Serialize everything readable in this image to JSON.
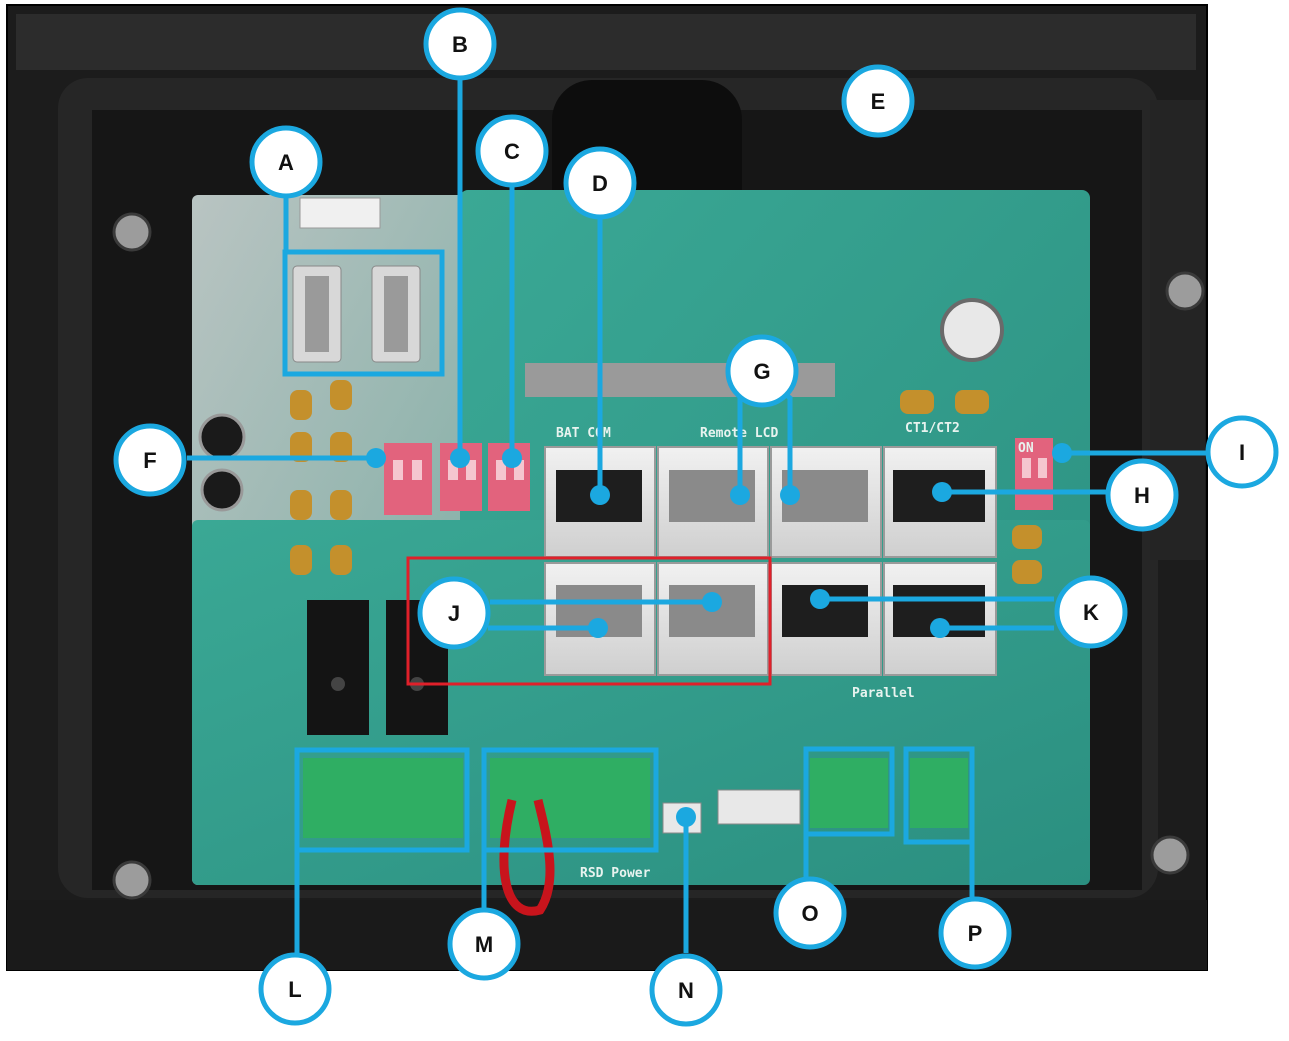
{
  "figure": {
    "colors": {
      "callout": "#1ba8e0",
      "highlight": "#e0202a",
      "board": "#2e9e8c",
      "enclosure": "#1e1e1e",
      "dip_switch": "#e2637d",
      "terminal": "#2fae63",
      "capacitor": "#c4902c"
    },
    "silkscreen": {
      "bat_com": "BAT COM",
      "remote_lcd": "Remote LCD",
      "ct": "CT1/CT2",
      "parallel": "Parallel",
      "rsd_power": "RSD Power",
      "on": "ON"
    },
    "callouts": [
      {
        "letter": "A"
      },
      {
        "letter": "B"
      },
      {
        "letter": "C"
      },
      {
        "letter": "D"
      },
      {
        "letter": "E"
      },
      {
        "letter": "F"
      },
      {
        "letter": "G"
      },
      {
        "letter": "H"
      },
      {
        "letter": "I"
      },
      {
        "letter": "J"
      },
      {
        "letter": "K"
      },
      {
        "letter": "L"
      },
      {
        "letter": "M"
      },
      {
        "letter": "N"
      },
      {
        "letter": "O"
      },
      {
        "letter": "P"
      }
    ]
  }
}
